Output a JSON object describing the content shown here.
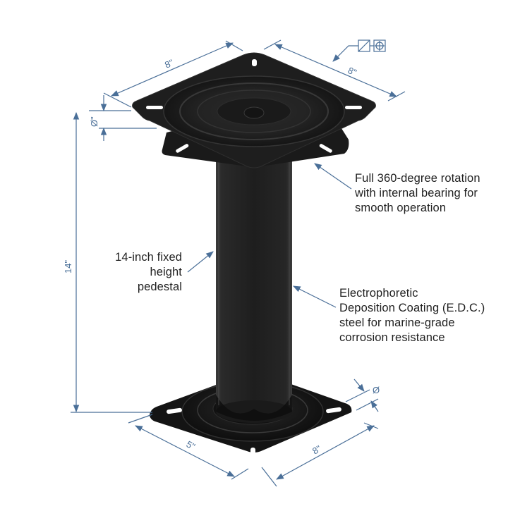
{
  "colors": {
    "dimension_line": "#4a6f98",
    "product_body": "#1c1c1c",
    "text": "#1f1f1f",
    "background": "#ffffff"
  },
  "dimensions": {
    "top_plate_left": "8\"",
    "top_plate_right": "8\"",
    "top_plate_thickness": "Ø\"",
    "overall_height": "14\"",
    "base_plate_left": "5\"",
    "base_plate_right": "8\"",
    "base_plate_thickness": "Ø"
  },
  "symbols": {
    "feature_control_frame": [
      "flatness-box",
      "position-crosshair"
    ]
  },
  "callouts": {
    "rotation": {
      "lines": [
        "Full 360-degree rotation",
        "with internal bearing for",
        "smooth operation"
      ]
    },
    "height": {
      "lines": [
        "14-inch fixed",
        "height",
        "pedestal"
      ]
    },
    "coating": {
      "lines": [
        "Electrophoretic",
        "Deposition Coating (E.D.C.)",
        "steel for marine-grade",
        "corrosion resistance"
      ]
    }
  }
}
